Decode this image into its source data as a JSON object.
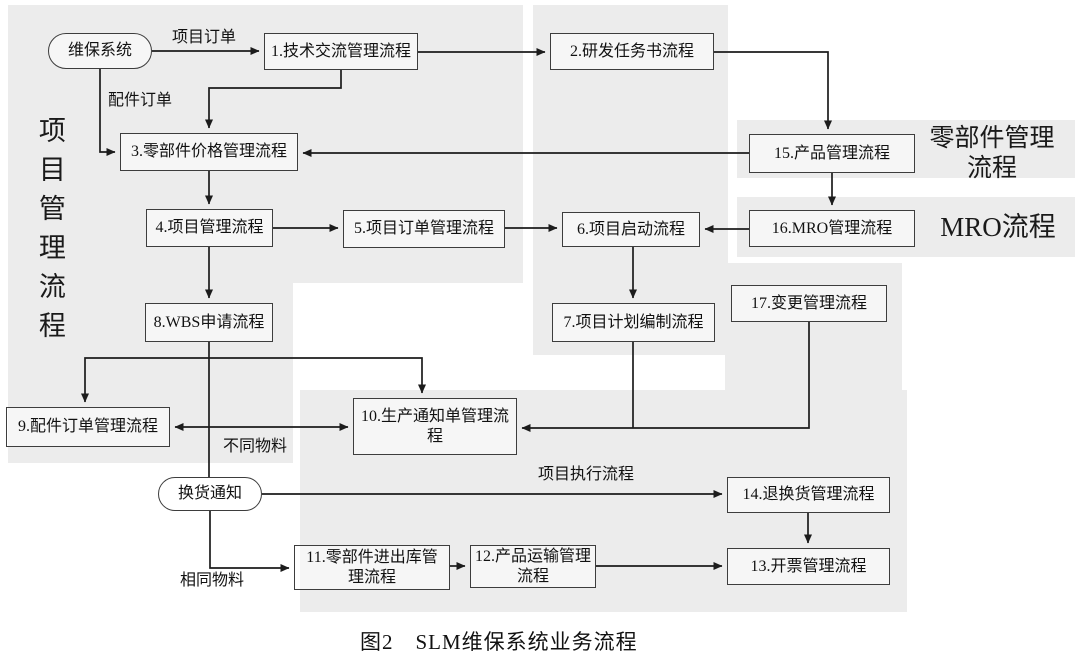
{
  "figure": {
    "caption": "图2　SLM维保系统业务流程"
  },
  "zones": {
    "left_label": "项目管理流程",
    "parts_label": "零部件管理流程",
    "mro_label": "MRO流程"
  },
  "nodes": {
    "start": "维保系统",
    "b1": "1.技术交流管理流程",
    "b2": "2.研发任务书流程",
    "b3": "3.零部件价格管理流程",
    "b4": "4.项目管理流程",
    "b5": "5.项目订单管理流程",
    "b6": "6.项目启动流程",
    "b7": "7.项目计划编制流程",
    "b8": "8.WBS申请流程",
    "b9": "9.配件订单管理流程",
    "b10": "10.生产通知单管理流程",
    "b11": "11.零部件进出库管理流程",
    "b12": "12.产品运输管理流程",
    "b13": "13.开票管理流程",
    "b14": "14.退换货管理流程",
    "b15": "15.产品管理流程",
    "b16": "16.MRO管理流程",
    "b17": "17.变更管理流程",
    "exchange": "换货通知"
  },
  "edge_labels": {
    "project_order": "项目订单",
    "parts_order": "配件订单",
    "diff_material": "不同物料",
    "same_material": "相同物料",
    "exec_flow": "项目执行流程"
  },
  "colors": {
    "zone_fill": "#ececec",
    "box_border": "#3d3d3d",
    "line": "#1c1c1c",
    "background": "#ffffff"
  }
}
